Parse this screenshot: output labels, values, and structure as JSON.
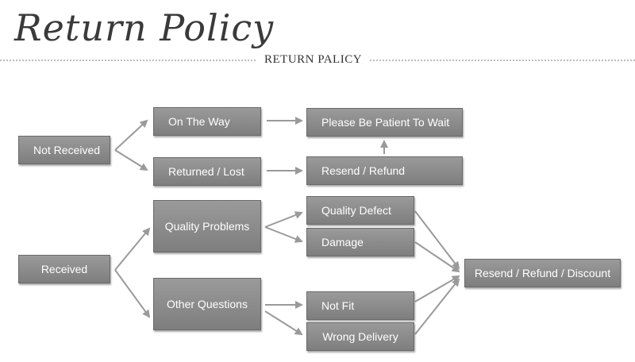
{
  "header": {
    "script_title": "Return Policy",
    "subtitle": "RETURN PALICY"
  },
  "diagram": {
    "nodes": {
      "not_received": "Not Received",
      "on_the_way": "On The Way",
      "returned_lost": "Returned / Lost",
      "be_patient": "Please Be Patient To Wait",
      "resend_refund": "Resend / Refund",
      "received": "Received",
      "quality_problems": "Quality Problems",
      "other_questions": "Other Questions",
      "quality_defect": "Quality Defect",
      "damage": "Damage",
      "not_fit": "Not Fit",
      "wrong_delivery": "Wrong Delivery",
      "resend_refund_discount": "Resend / Refund / Discount"
    },
    "colors": {
      "node_fill": "#888888",
      "arrow": "#9a9a9a"
    }
  }
}
